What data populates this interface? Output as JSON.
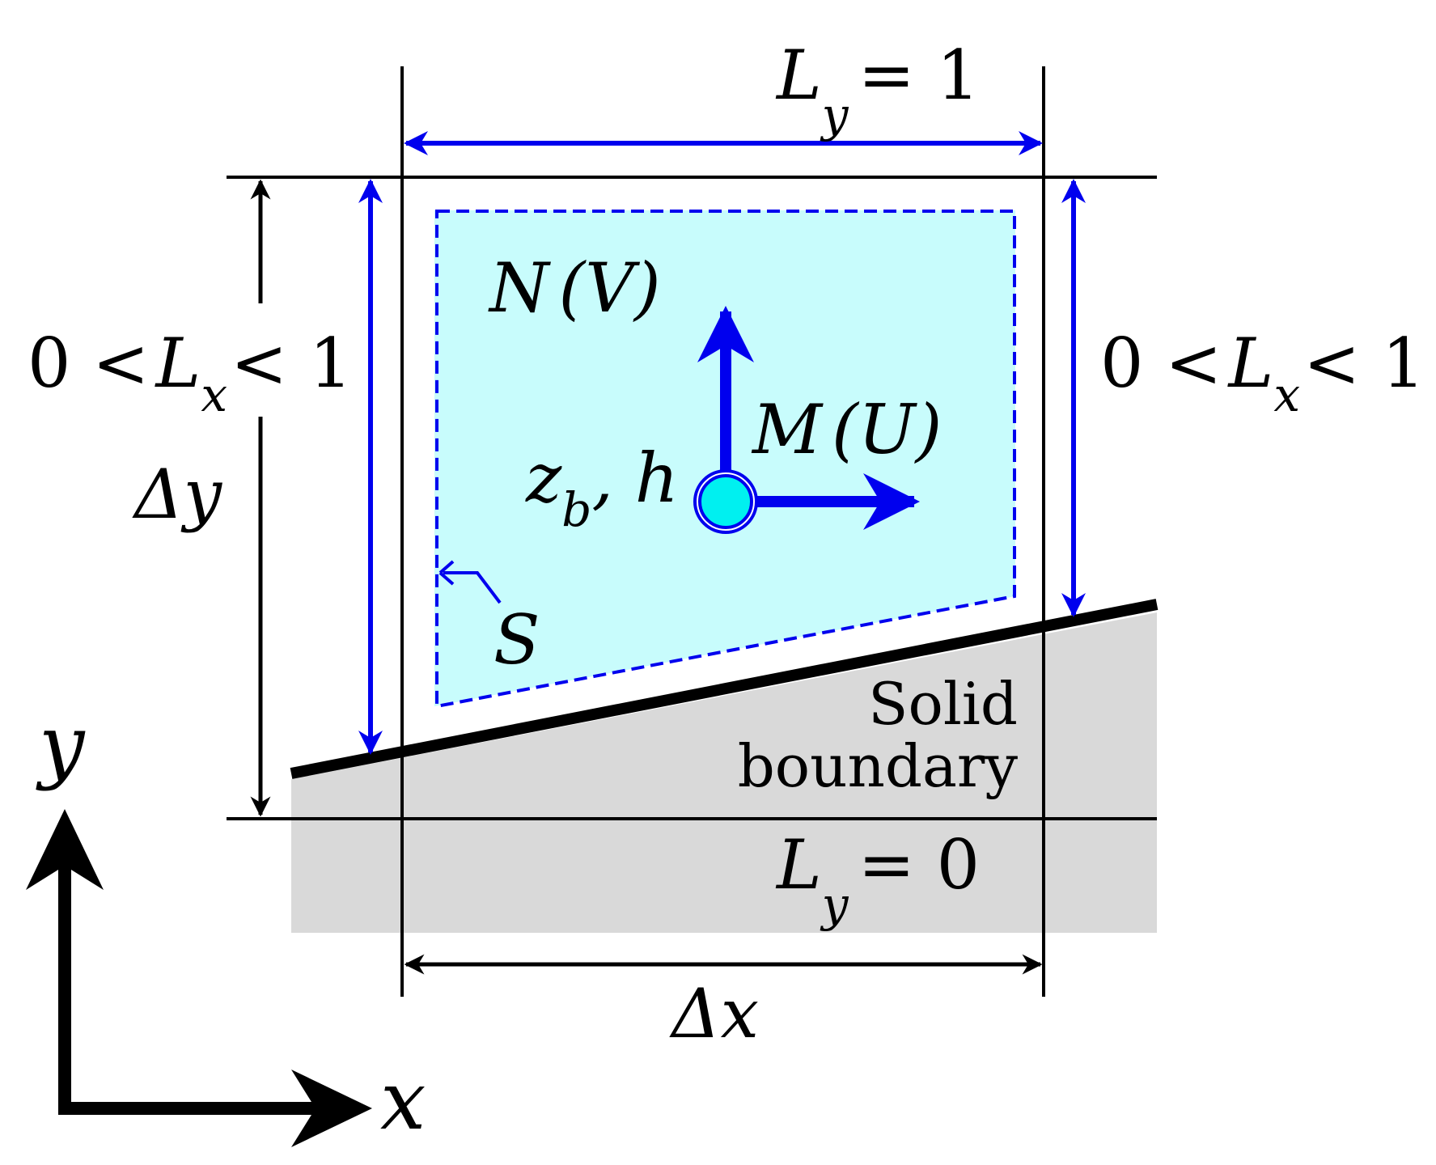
{
  "colors": {
    "fluid_fill": "#c8fcfc",
    "solid_fill": "#d9d9d9",
    "blue": "#0000ee",
    "node_fill": "#00f0f0",
    "line": "#000000"
  },
  "labels": {
    "ly_top_var": "L",
    "ly_top_sub": "y",
    "ly_top_val": "= 1",
    "ly_bot_var": "L",
    "ly_bot_sub": "y",
    "ly_bot_val": "= 0",
    "lx_left_pre": "0 <",
    "lx_left_var": "L",
    "lx_left_sub": "x",
    "lx_left_post": "< 1",
    "lx_right_pre": "0 <",
    "lx_right_var": "L",
    "lx_right_sub": "x",
    "lx_right_post": "< 1",
    "delta_y": "Δy",
    "delta_x": "Δx",
    "n_v_main": "N",
    "n_v_paren": "(V)",
    "m_u_main": "M",
    "m_u_paren": "(U)",
    "zb": "z",
    "zb_sub": "b",
    "zb_rest": ", h",
    "s": "S",
    "solid_1": "Solid",
    "solid_2": "boundary",
    "axis_y": "y",
    "axis_x": "x"
  }
}
